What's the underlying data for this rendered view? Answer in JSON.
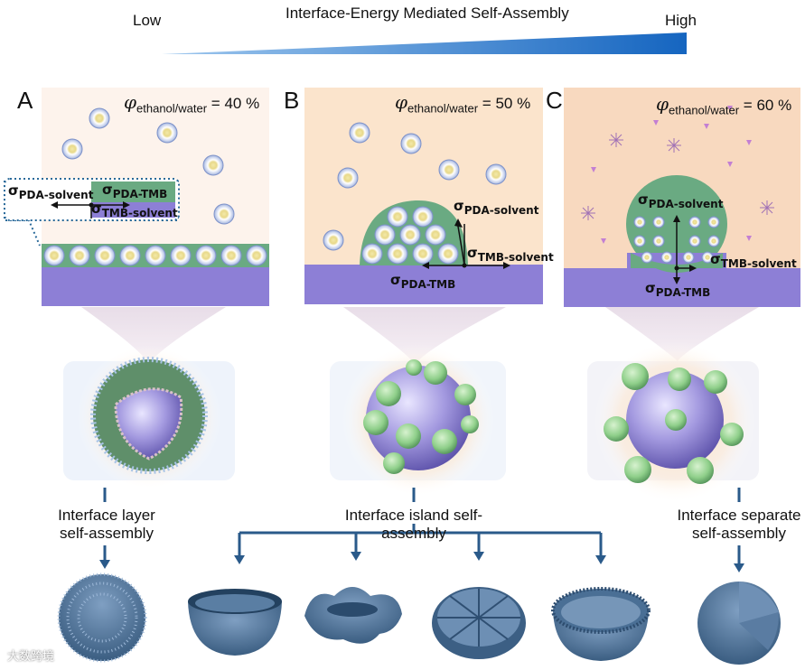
{
  "top": {
    "title": "Interface-Energy Mediated Self-Assembly",
    "low_label": "Low",
    "high_label": "High",
    "gradient_color": "#1565c0"
  },
  "panels": [
    {
      "letter": "A",
      "phi_symbol": "φ",
      "phi_subscript": "ethanol/water",
      "phi_value": " = 40 %",
      "sigma_pda_solvent": "PDA-solvent",
      "sigma_pda_tmb": "PDA-TMB",
      "sigma_tmb_solvent": "TMB-solvent",
      "caption_line1": "Interface layer",
      "caption_line2": "self-assembly"
    },
    {
      "letter": "B",
      "phi_symbol": "φ",
      "phi_subscript": "ethanol/water",
      "phi_value": " = 50 %",
      "sigma_pda_solvent": "PDA-solvent",
      "sigma_pda_tmb": "PDA-TMB",
      "sigma_tmb_solvent": "TMB-solvent",
      "caption_line1": "Interface island self-assembly"
    },
    {
      "letter": "C",
      "phi_symbol": "φ",
      "phi_subscript": "ethanol/water",
      "phi_value": " = 60 %",
      "sigma_pda_solvent": "PDA-solvent",
      "sigma_pda_tmb": "PDA-TMB",
      "sigma_tmb_solvent": "TMB-solvent",
      "caption_line1": "Interface separate",
      "caption_line2": "self-assembly"
    }
  ],
  "sigma_symbol": "σ",
  "watermark": "大数跨境",
  "colors": {
    "substrate": "#8d7fd6",
    "pda_green": "#6aaa82",
    "bg_a": "#fdf3ec",
    "bg_b": "#fbe4cc",
    "bg_c": "#f8d9bf",
    "arrow_blue": "#2a5a8a",
    "shape_blue": "#4a6f95"
  }
}
